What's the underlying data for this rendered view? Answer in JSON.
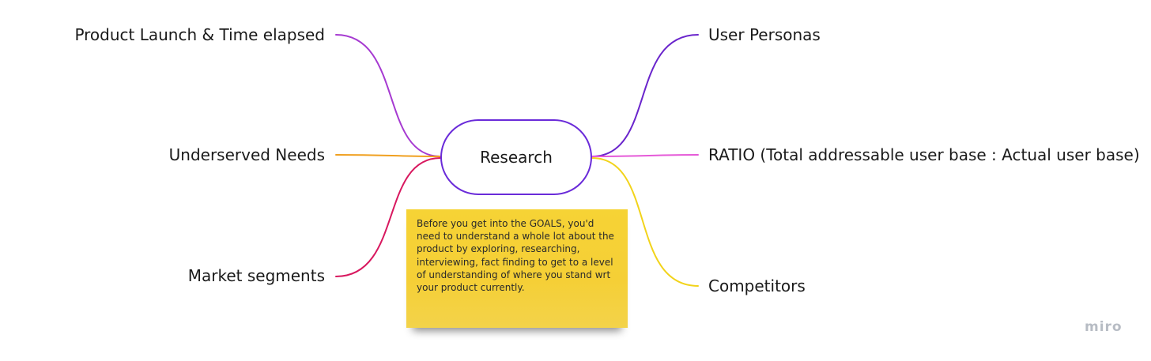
{
  "center": {
    "label": "Research"
  },
  "branches": {
    "left": [
      {
        "label": "Product Launch & Time elapsed",
        "color": "#a63ad1"
      },
      {
        "label": "Underserved Needs",
        "color": "#f0a020"
      },
      {
        "label": "Market segments",
        "color": "#d8185f"
      }
    ],
    "right": [
      {
        "label": "User Personas",
        "color": "#6a25cc"
      },
      {
        "label": "RATIO (Total addressable user base : Actual user base)",
        "color": "#e55ad8"
      },
      {
        "label": "Competitors",
        "color": "#f2d31a"
      }
    ]
  },
  "sticky_note": {
    "text": "Before you get into the GOALS, you'd need to understand a whole lot about the product by  exploring, researching, interviewing, fact finding to get to a level of understanding of where you stand wrt your product currently.",
    "color": "#f6d335"
  },
  "watermark": {
    "label": "miro"
  },
  "colors": {
    "center_border": "#6a2bd9"
  }
}
